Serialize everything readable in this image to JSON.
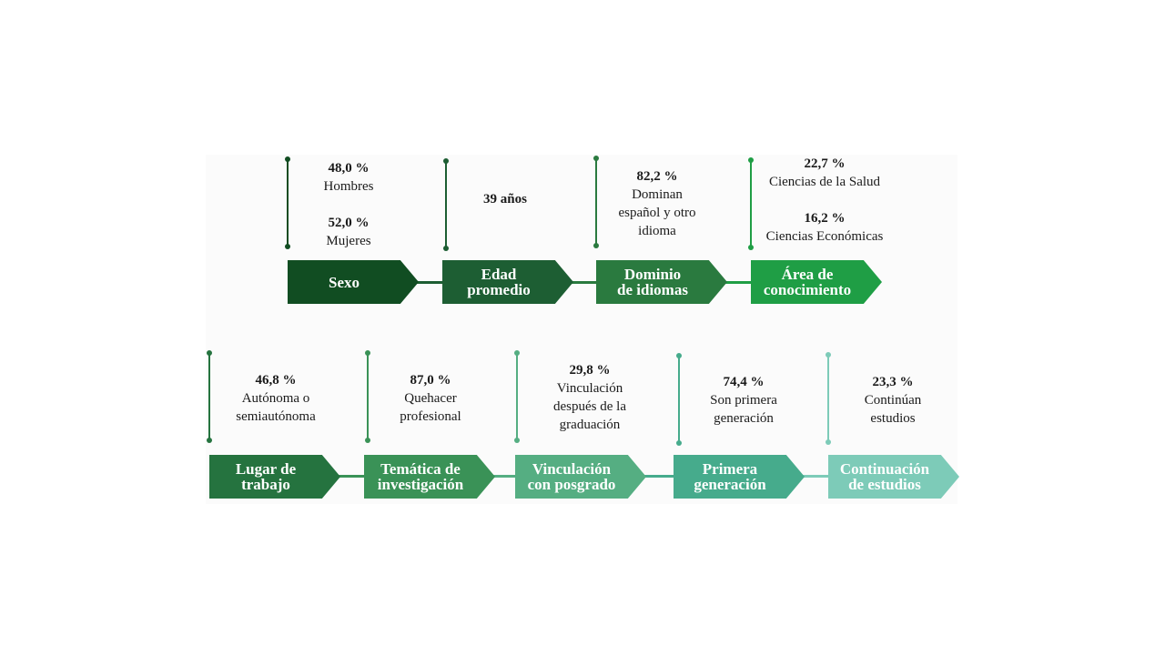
{
  "row1": [
    {
      "label": "Sexo",
      "color": "#114d22",
      "stats": [
        {
          "value": "48,0 %",
          "text": "Hombres"
        },
        {
          "value": "52,0 %",
          "text": "Mujeres"
        }
      ]
    },
    {
      "label": "Edad\npromedio",
      "color": "#1d5e33",
      "stats": [
        {
          "value": "39 años",
          "text": ""
        }
      ]
    },
    {
      "label": "Dominio\nde idiomas",
      "color": "#2a7a3f",
      "stats": [
        {
          "value": "82,2 %",
          "text": "Dominan\nespañol y otro\nidioma"
        }
      ]
    },
    {
      "label": "Área de\nconocimiento",
      "color": "#1f9e45",
      "stats": [
        {
          "value": "22,7 %",
          "text": "Ciencias de la Salud"
        },
        {
          "value": "16,2 %",
          "text": "Ciencias Económicas"
        }
      ]
    }
  ],
  "row2": [
    {
      "label": "Lugar de\ntrabajo",
      "color": "#25733f",
      "stats": [
        {
          "value": "46,8 %",
          "text": "Autónoma o\nsemiautónoma"
        }
      ]
    },
    {
      "label": "Temática de\ninvestigación",
      "color": "#3a9257",
      "stats": [
        {
          "value": "87,0 %",
          "text": "Quehacer\nprofesional"
        }
      ]
    },
    {
      "label": "Vinculación\ncon posgrado",
      "color": "#55ae82",
      "stats": [
        {
          "value": "29,8 %",
          "text": "Vinculación\ndespués de la\ngraduación"
        }
      ]
    },
    {
      "label": "Primera\ngeneración",
      "color": "#46ab8c",
      "stats": [
        {
          "value": "74,4 %",
          "text": "Son primera\ngeneración"
        }
      ]
    },
    {
      "label": "Continuación\nde estudios",
      "color": "#7dcbb8",
      "stats": [
        {
          "value": "23,3 %",
          "text": "Continúan\nestudios"
        }
      ]
    }
  ]
}
